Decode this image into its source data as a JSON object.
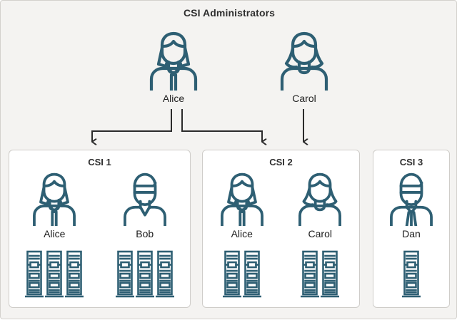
{
  "diagram": {
    "title": "CSI Administrators",
    "colors": {
      "canvas_background": "#f4f3f1",
      "canvas_border": "#d3d1cd",
      "panel_background": "#ffffff",
      "panel_border": "#cfcdc9",
      "icon_stroke": "#2e5f73",
      "connector": "#2b2b2b",
      "title_text": "#2f2f2f",
      "label_text": "#1d1d1d"
    },
    "admins": [
      {
        "name": "Alice",
        "icon": "person-female-long-hair-tie-icon"
      },
      {
        "name": "Carol",
        "icon": "person-female-wavy-hair-icon"
      }
    ],
    "groups": [
      {
        "title": "CSI 1",
        "members": [
          {
            "name": "Alice",
            "icon": "person-female-long-hair-tie-icon",
            "server_count": 3
          },
          {
            "name": "Bob",
            "icon": "person-male-vneck-icon",
            "server_count": 3
          }
        ]
      },
      {
        "title": "CSI 2",
        "members": [
          {
            "name": "Alice",
            "icon": "person-female-long-hair-tie-icon",
            "server_count": 2
          },
          {
            "name": "Carol",
            "icon": "person-female-wavy-hair-icon",
            "server_count": 2
          }
        ]
      },
      {
        "title": "CSI 3",
        "members": [
          {
            "name": "Dan",
            "icon": "person-male-tie-icon",
            "server_count": 1
          }
        ]
      }
    ],
    "connections": [
      {
        "from": "Alice",
        "to": "CSI 1"
      },
      {
        "from": "Alice",
        "to": "CSI 2"
      },
      {
        "from": "Carol",
        "to": "CSI 2"
      }
    ]
  }
}
